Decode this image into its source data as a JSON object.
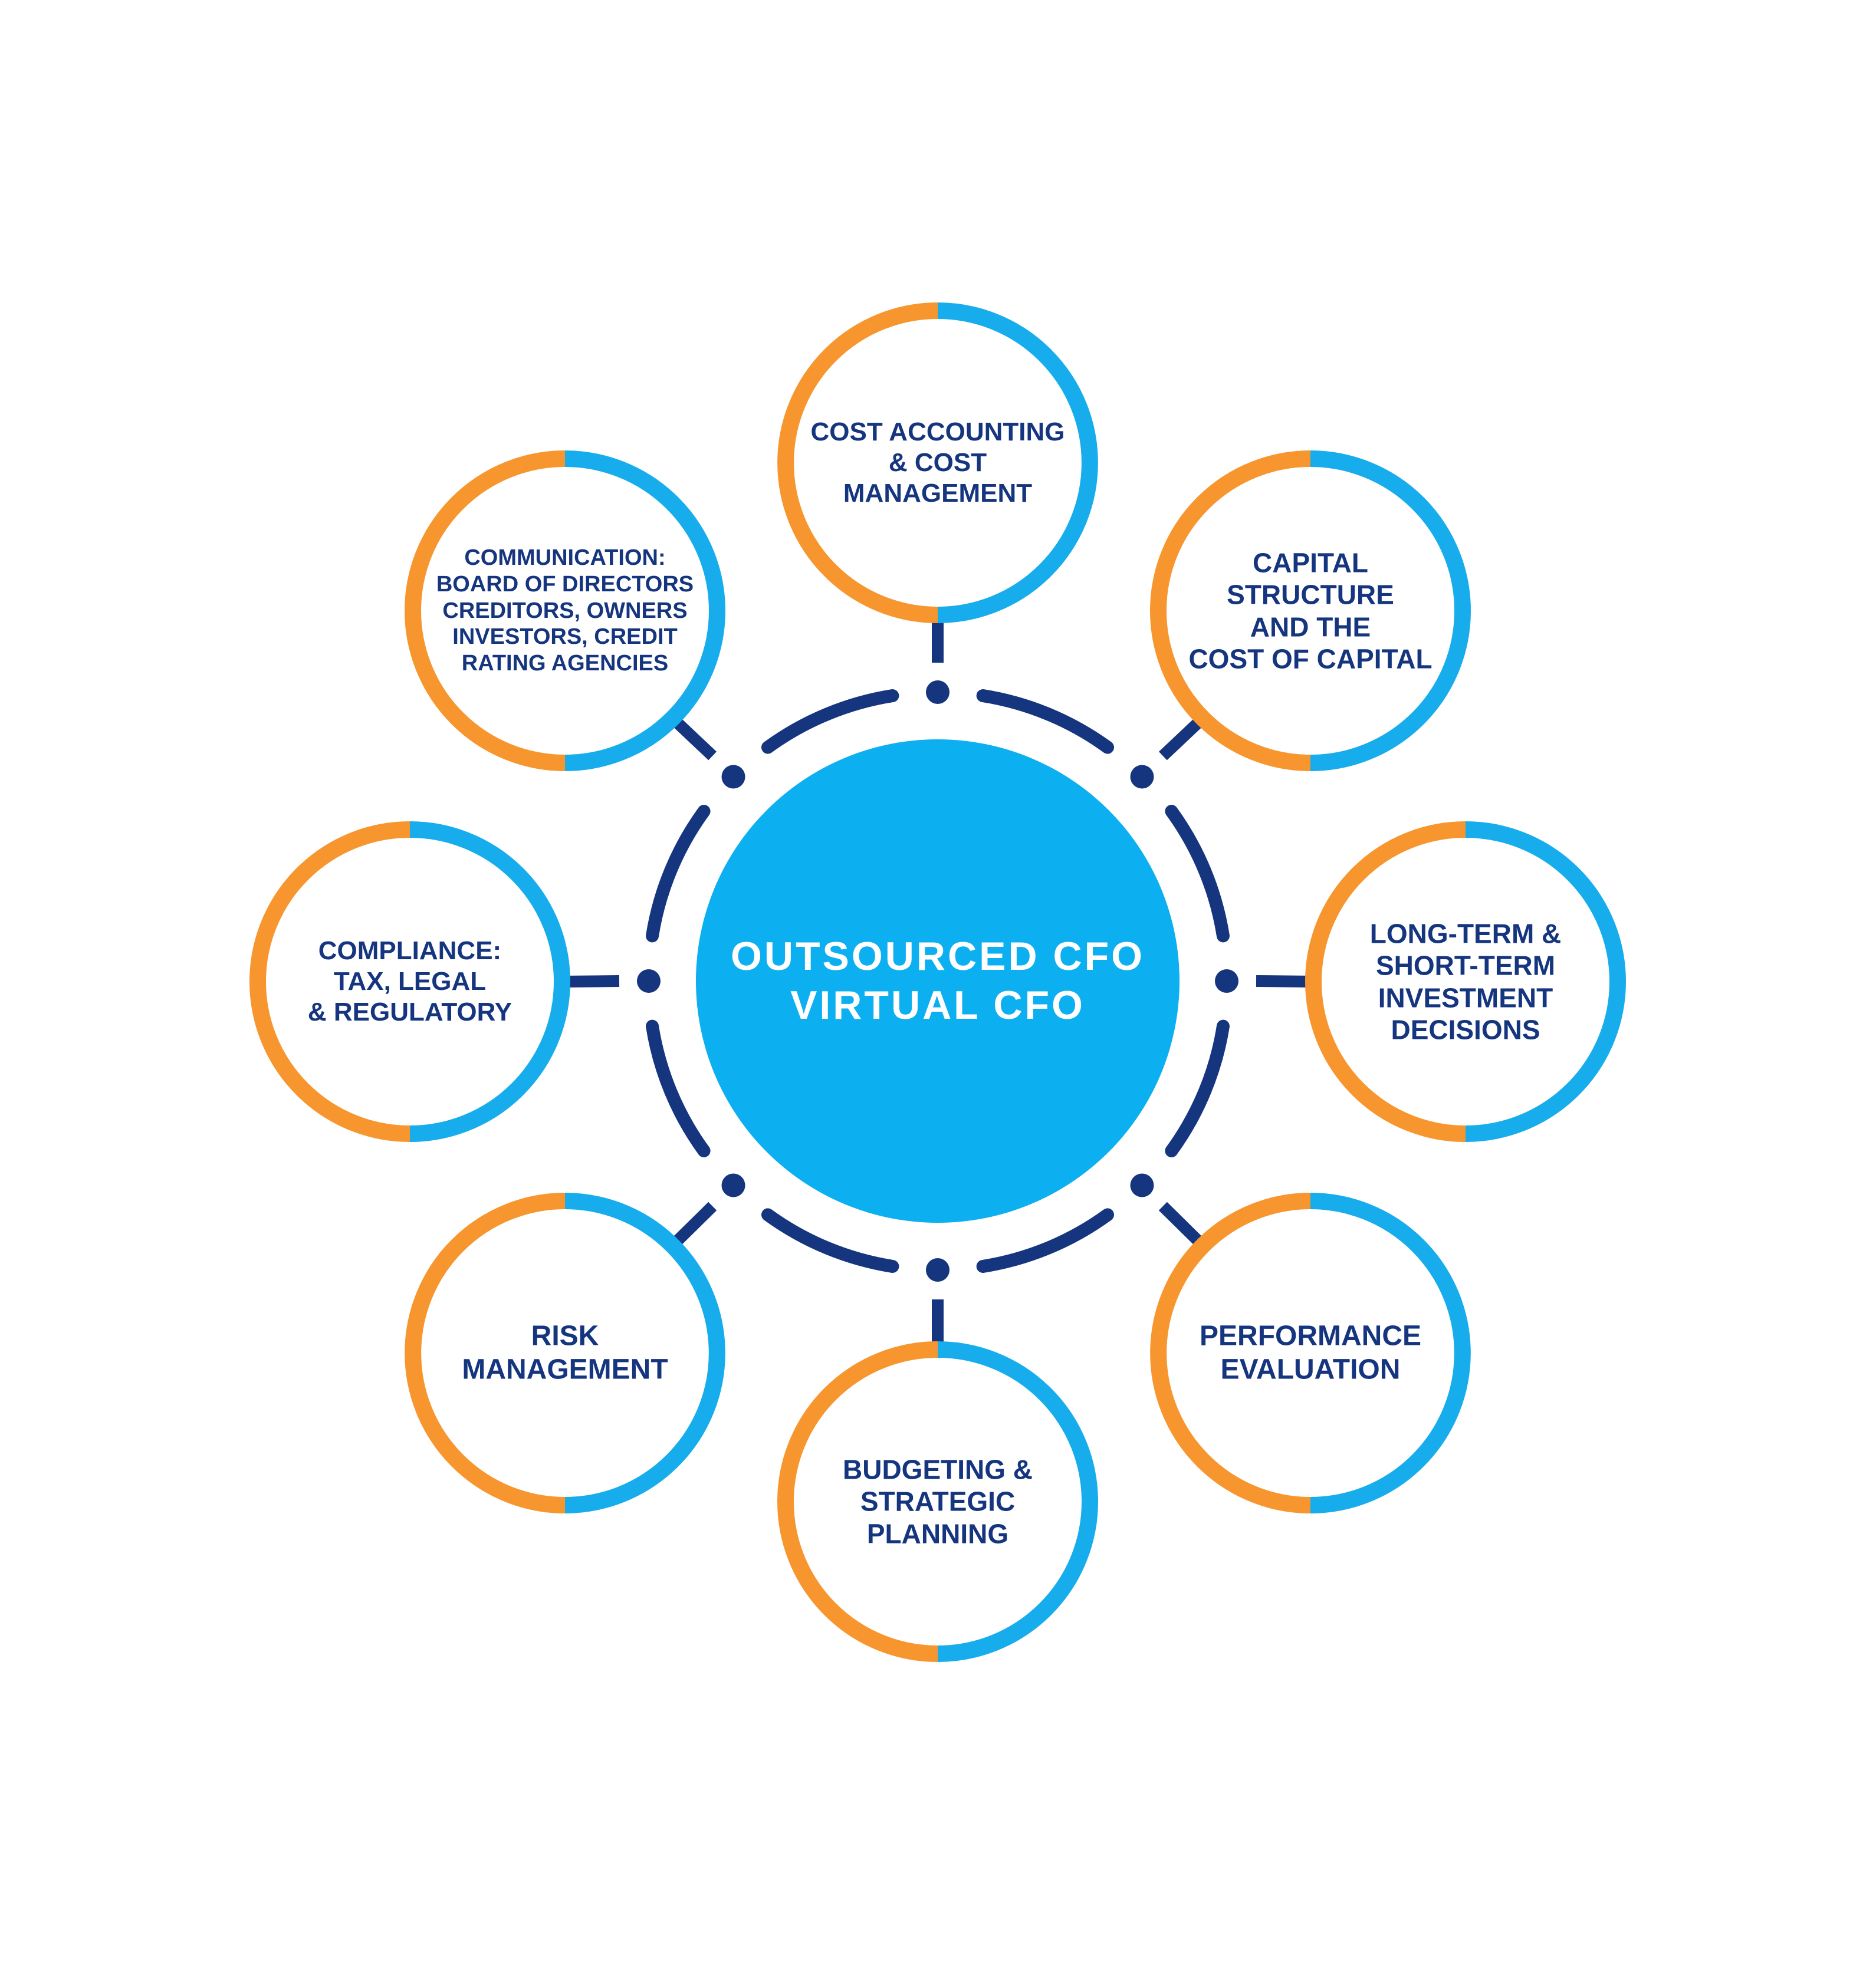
{
  "center": {
    "lines": [
      "OUTSOURCED CFO",
      "VIRTUAL CFO"
    ]
  },
  "nodes": [
    {
      "id": "cost-accounting",
      "lines": [
        "COST ACCOUNTING",
        "& COST",
        "MANAGEMENT"
      ]
    },
    {
      "id": "capital-structure",
      "lines": [
        "CAPITAL",
        "STRUCTURE",
        "AND THE",
        "COST OF CAPITAL"
      ]
    },
    {
      "id": "investment-decisions",
      "lines": [
        "LONG-TERM &",
        "SHORT-TERM",
        "INVESTMENT",
        "DECISIONS"
      ]
    },
    {
      "id": "performance-evaluation",
      "lines": [
        "PERFORMANCE",
        "EVALUATION"
      ]
    },
    {
      "id": "budgeting",
      "lines": [
        "BUDGETING &",
        "STRATEGIC",
        "PLANNING"
      ]
    },
    {
      "id": "risk-management",
      "lines": [
        "RISK",
        "MANAGEMENT"
      ]
    },
    {
      "id": "compliance",
      "lines": [
        "COMPLIANCE:",
        "TAX, LEGAL",
        "& REGULATORY"
      ]
    },
    {
      "id": "communication",
      "lines": [
        "COMMUNICATION:",
        "BOARD OF DIRECTORS",
        "CREDITORS, OWNERS",
        "INVESTORS, CREDIT",
        "RATING AGENCIES"
      ]
    }
  ],
  "colors": {
    "orange": "#f7962e",
    "light_blue": "#17adec",
    "navy": "#15357f",
    "center_fill": "#0caff0",
    "center_text": "#ffffff"
  }
}
